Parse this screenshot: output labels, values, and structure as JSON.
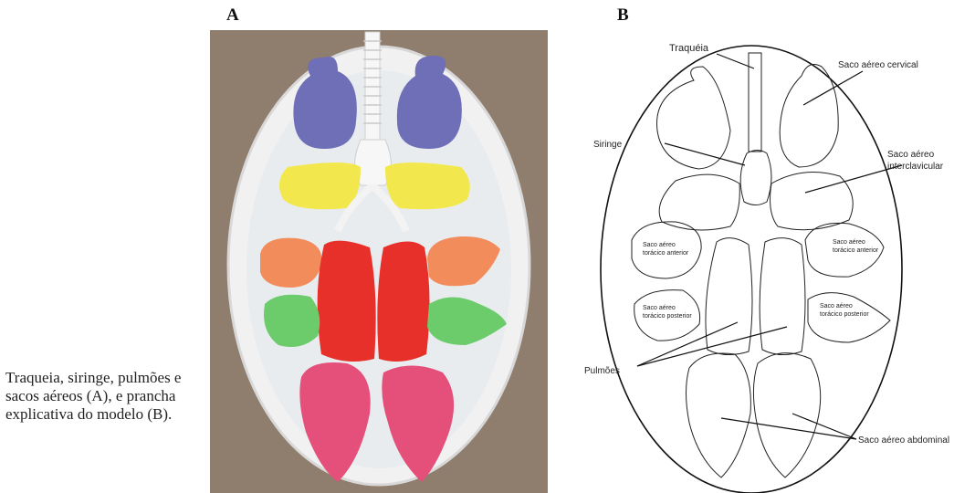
{
  "caption": "Traqueia, siringe, pulmões e sacos aéreos (A), e prancha explicativa do modelo (B).",
  "panels": {
    "a_label": "A",
    "b_label": "B"
  },
  "diagram_labels": {
    "traqueia": "Traquéia",
    "siringe": "Siringe",
    "pulmoes": "Pulmões",
    "cervical": "Saco aéreo cervical",
    "interclavicular_1": "Saco aéreo",
    "interclavicular_2": "interclavicular",
    "toracico_anterior_1": "Saco aéreo",
    "toracico_anterior_2": "torácico anterior",
    "toracico_posterior_1": "Saco aéreo",
    "toracico_posterior_2": "torácico posterior",
    "abdominal": "Saco aéreo abdominal"
  },
  "colors": {
    "cervical": "#6f6fb8",
    "interclavicular": "#f2e84e",
    "toracico_anterior": "#f28c5a",
    "toracico_posterior": "#6ccb6a",
    "lungs": "#e8302a",
    "abdominal": "#e4507a",
    "tray": "#f1f1f1",
    "background": "#8f7d6e"
  }
}
